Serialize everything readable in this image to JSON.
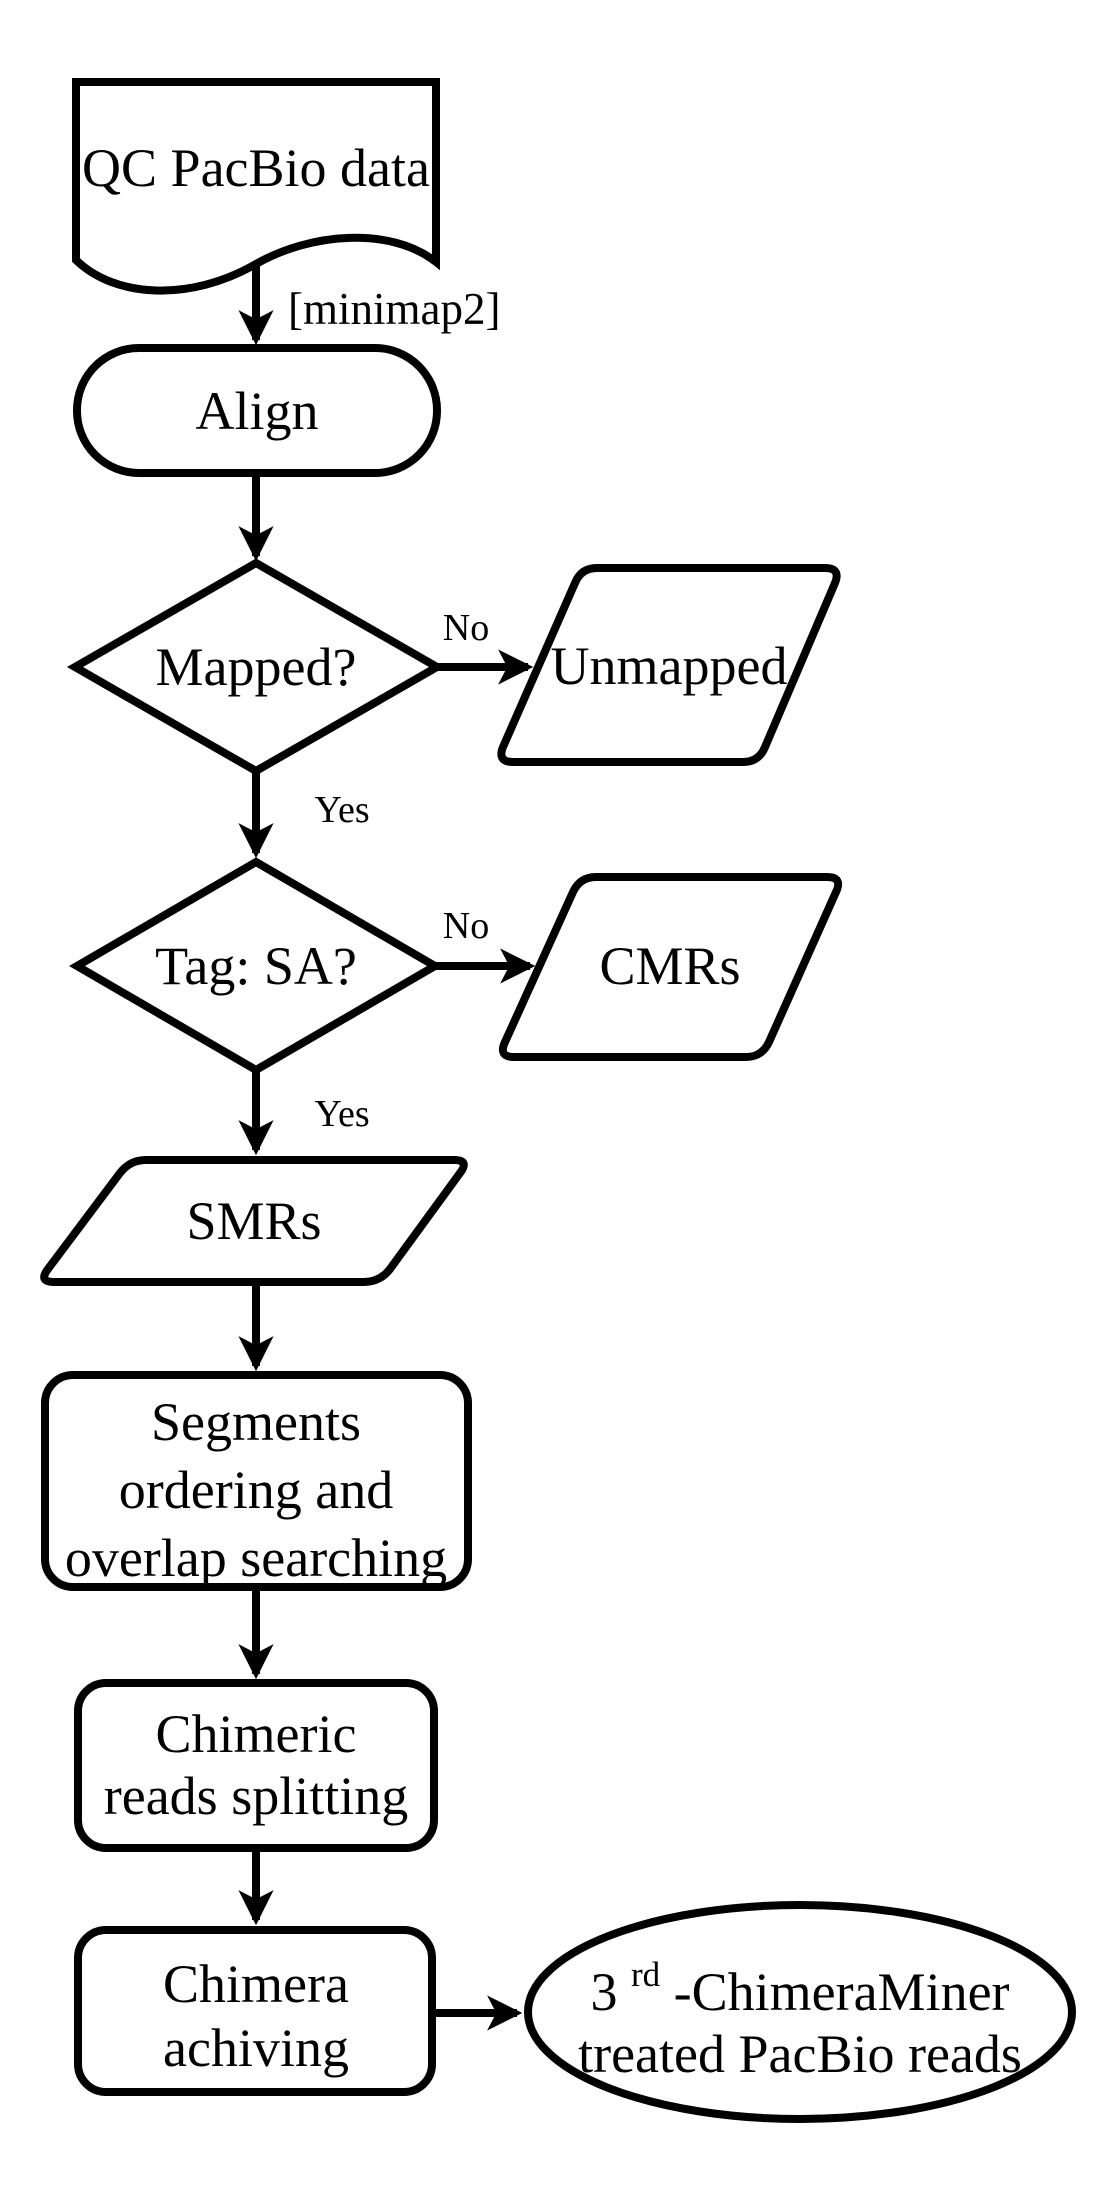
{
  "diagram": {
    "nodes": {
      "qc_data": {
        "label": "QC PacBio data",
        "shape": "document"
      },
      "align": {
        "label": "Align",
        "shape": "terminator"
      },
      "mapped_decision": {
        "label": "Mapped?",
        "shape": "diamond"
      },
      "unmapped": {
        "label": "Unmapped",
        "shape": "parallelogram"
      },
      "tag_sa_decision": {
        "label": "Tag: SA?",
        "shape": "diamond"
      },
      "cmrs": {
        "label": "CMRs",
        "shape": "parallelogram"
      },
      "smrs": {
        "label": "SMRs",
        "shape": "parallelogram"
      },
      "segments_ordering": {
        "lines": [
          "Segments",
          "ordering and",
          "overlap searching"
        ],
        "shape": "rounded-rect"
      },
      "chimeric_splitting": {
        "lines": [
          "Chimeric",
          "reads splitting"
        ],
        "shape": "rounded-rect"
      },
      "chimera_achiving": {
        "lines": [
          "Chimera",
          "achiving"
        ],
        "shape": "rounded-rect"
      },
      "output": {
        "line1_base": "3",
        "line1_sup": "rd",
        "line1_rest": "-ChimeraMiner",
        "line2": "treated PacBio reads",
        "shape": "ellipse"
      }
    },
    "edge_labels": {
      "minimap2": "[minimap2]",
      "mapped_no": "No",
      "mapped_yes": "Yes",
      "tag_no": "No",
      "tag_yes": "Yes"
    },
    "colors": {
      "stroke": "#000000",
      "fill": "#ffffff",
      "text": "#000000"
    }
  }
}
